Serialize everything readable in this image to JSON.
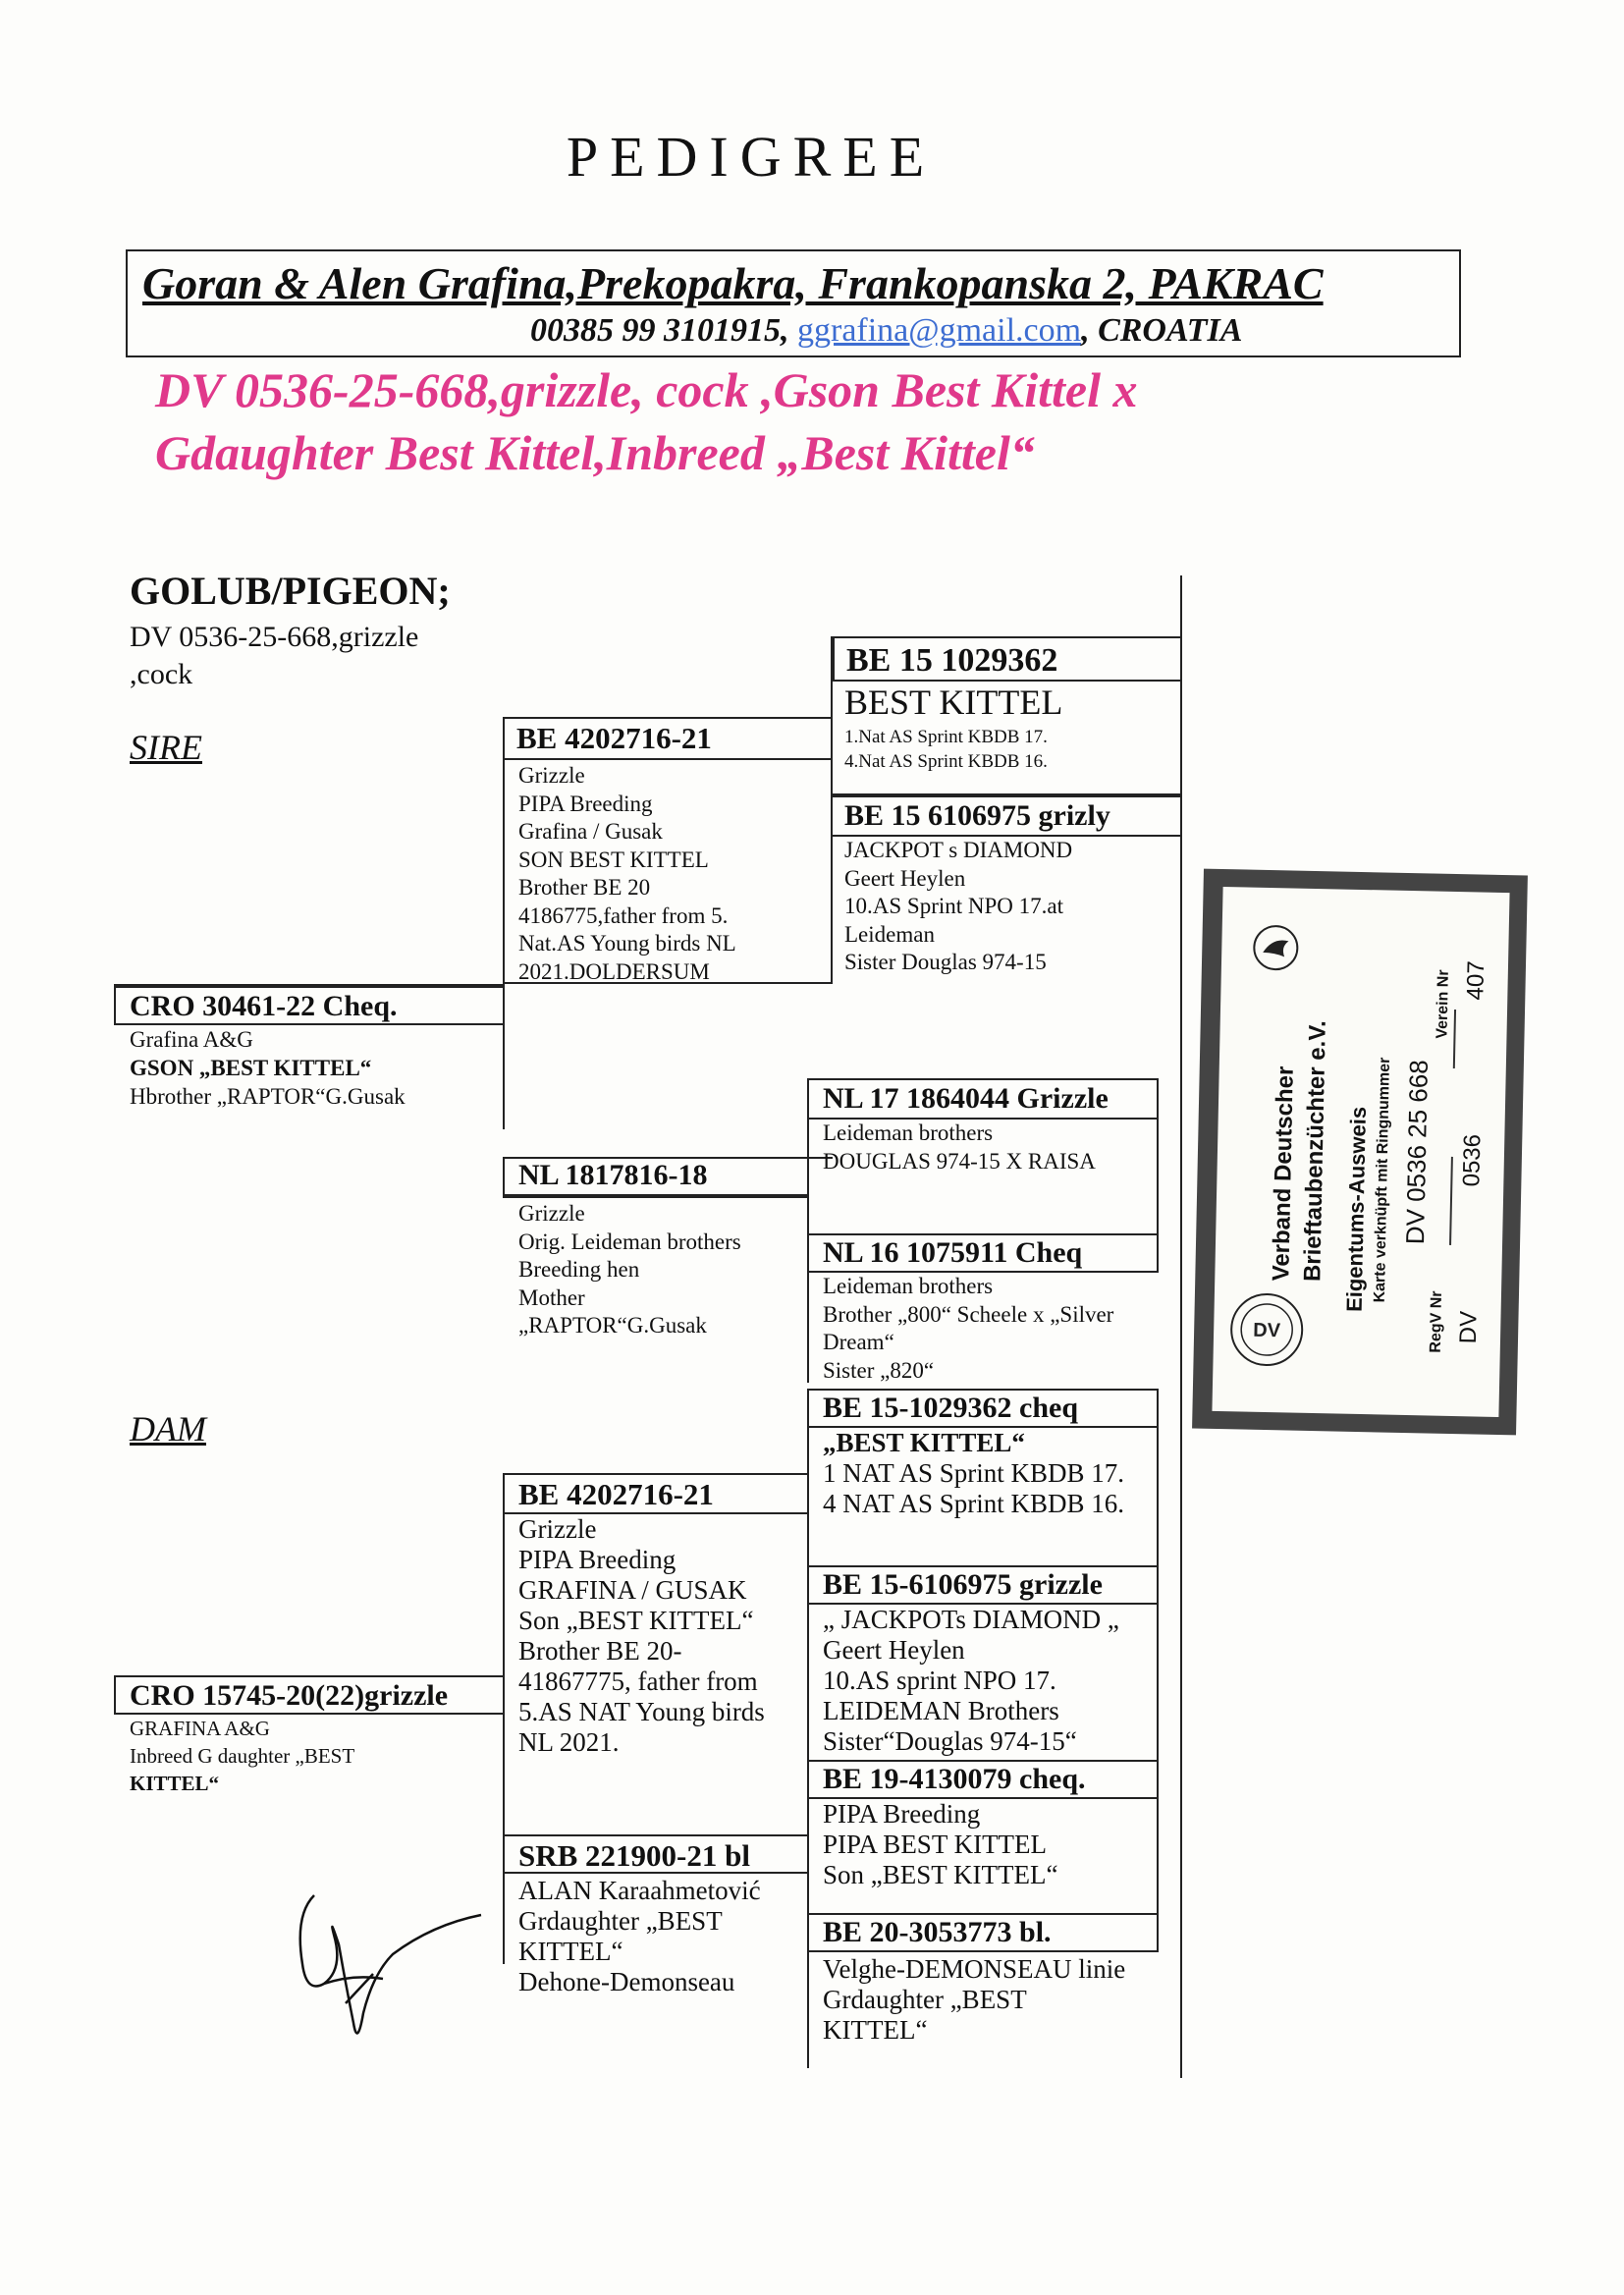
{
  "title": "PEDIGREE",
  "owner": {
    "line1": "Goran & Alen Grafina,Prekopakra, Frankopanska 2, PAKRAC",
    "phone": "00385 99 3101915,",
    "email": "ggrafina@gmail.com",
    "country_sep": ",",
    "country": "CROATIA"
  },
  "headline": {
    "line1": "DV 0536-25-668,grizzle, cock ,Gson Best Kittel x",
    "line2": "Gdaughter Best Kittel,Inbreed „Best Kittel“"
  },
  "pigeon": {
    "label": "GOLUB/PIGEON;",
    "line1": "DV 0536-25-668,grizzle",
    "line2": ",cock"
  },
  "sections": {
    "sire": "SIRE",
    "dam": "DAM"
  },
  "sire": {
    "ring": "CRO 30461-22 Cheq.",
    "lines": [
      "Grafina A&G",
      "GSON „BEST KITTEL“",
      "Hbrother „RAPTOR“G.Gusak"
    ]
  },
  "sire_father": {
    "ring": "BE 4202716-21",
    "lines": [
      "Grizzle",
      "PIPA Breeding",
      "Grafina / Gusak",
      "SON BEST KITTEL",
      "Brother BE 20",
      "4186775,father from 5.",
      "Nat.AS Young birds NL",
      "2021.DOLDERSUM"
    ]
  },
  "sire_mother": {
    "ring": "NL 1817816-18",
    "lines": [
      "Grizzle",
      "Orig. Leideman brothers",
      "Breeding hen",
      "Mother",
      "„RAPTOR“G.Gusak"
    ]
  },
  "sff": {
    "ring": "BE 15 1029362",
    "name": "BEST KITTEL",
    "lines": [
      "1.Nat AS Sprint KBDB 17.",
      "4.Nat AS Sprint KBDB 16."
    ]
  },
  "sfm": {
    "ring": "BE 15 6106975 grizly",
    "lines": [
      "JACKPOT s DIAMOND",
      "Geert Heylen",
      "10.AS Sprint NPO 17.at",
      "Leideman",
      "Sister Douglas 974-15"
    ]
  },
  "smf": {
    "ring": "NL 17 1864044 Grizzle",
    "lines": [
      "Leideman brothers",
      "DOUGLAS 974-15 X RAISA"
    ]
  },
  "smm": {
    "ring": "NL 16 1075911 Cheq",
    "lines": [
      "Leideman brothers",
      "Brother „800“ Scheele x „Silver",
      "Dream“",
      "Sister „820“"
    ]
  },
  "dam": {
    "ring": "CRO 15745-20(22)grizzle",
    "lines": [
      "GRAFINA A&G",
      "Inbreed G daughter „BEST",
      "KITTEL“"
    ]
  },
  "dam_father": {
    "ring": "BE 4202716-21",
    "lines": [
      "Grizzle",
      "PIPA Breeding",
      "GRAFINA / GUSAK",
      "Son „BEST KITTEL“",
      "Brother BE 20-",
      "41867775, father from",
      "5.AS NAT Young birds",
      "NL 2021."
    ]
  },
  "dam_mother": {
    "ring": "SRB 221900-21 bl",
    "lines": [
      "ALAN Karaahmetović",
      "Grdaughter „BEST",
      "KITTEL“",
      "Dehone-Demonseau"
    ]
  },
  "dff": {
    "ring": "BE 15-1029362 cheq",
    "lines": [
      "„BEST KITTEL“",
      "1 NAT AS Sprint KBDB 17.",
      "4 NAT AS Sprint KBDB 16."
    ]
  },
  "dfm": {
    "ring": "BE 15-6106975 grizzle",
    "lines": [
      "„ JACKPOTs  DIAMOND „",
      "Geert Heylen",
      "10.AS sprint NPO 17.",
      "LEIDEMAN Brothers",
      "Sister“Douglas 974-15“"
    ]
  },
  "dmf": {
    "ring": "BE 19-4130079 cheq.",
    "lines": [
      "PIPA Breeding",
      "PIPA BEST KITTEL",
      "Son „BEST KITTEL“"
    ]
  },
  "dmm": {
    "ring": "BE 20-3053773 bl.",
    "lines": [
      "Velghe-DEMONSEAU linie",
      "Grdaughter „BEST",
      "KITTEL“"
    ]
  },
  "stamp": {
    "org1": "Verband Deutscher",
    "org2": "Brieftaubenzüchter e.V.",
    "doc": "Eigentums-Ausweis",
    "note": "Karte verknüpft mit Ringnummer",
    "ring": "DV 0536 25 668",
    "verein_label": "Verein Nr",
    "verein": "407",
    "regv_label": "RegV Nr",
    "regv": "DV",
    "num": "0536"
  }
}
